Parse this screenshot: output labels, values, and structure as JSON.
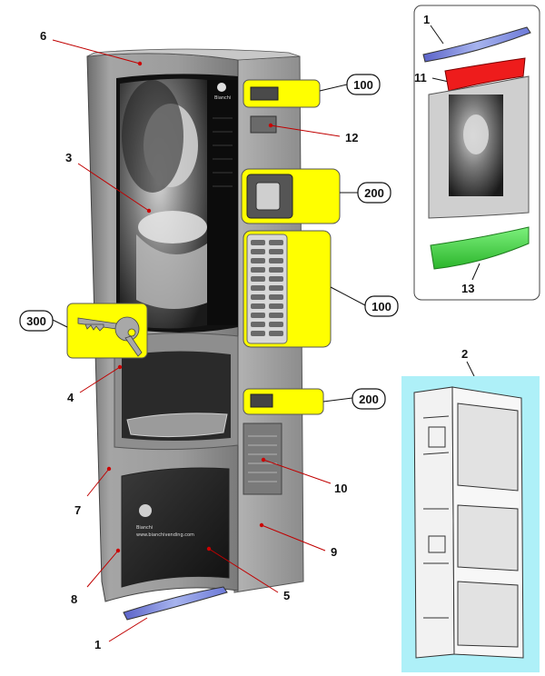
{
  "labels": {
    "l1_bottom": "1",
    "l1_inset": "1",
    "l2": "2",
    "l3": "3",
    "l4": "4",
    "l5": "5",
    "l6": "6",
    "l7": "7",
    "l8": "8",
    "l9": "9",
    "l10": "10",
    "l11": "11",
    "l12": "12",
    "l13": "13"
  },
  "pills": {
    "p100_top": "100",
    "p100_mid": "100",
    "p200_top": "200",
    "p200_bottom": "200",
    "p300": "300"
  },
  "brand": {
    "logo_text": "Bianchi",
    "website": "www.bianchivending.com"
  },
  "colors": {
    "callout_yellow": "#ffff00",
    "cabinet_panel": "#9a9a9a",
    "red_leader": "#cc0000",
    "inset2_bg": "#aef0f8",
    "part1_blue": "#8f9ee6",
    "part11_red": "#ee1c1c",
    "part13_green": "#4fde4f"
  }
}
